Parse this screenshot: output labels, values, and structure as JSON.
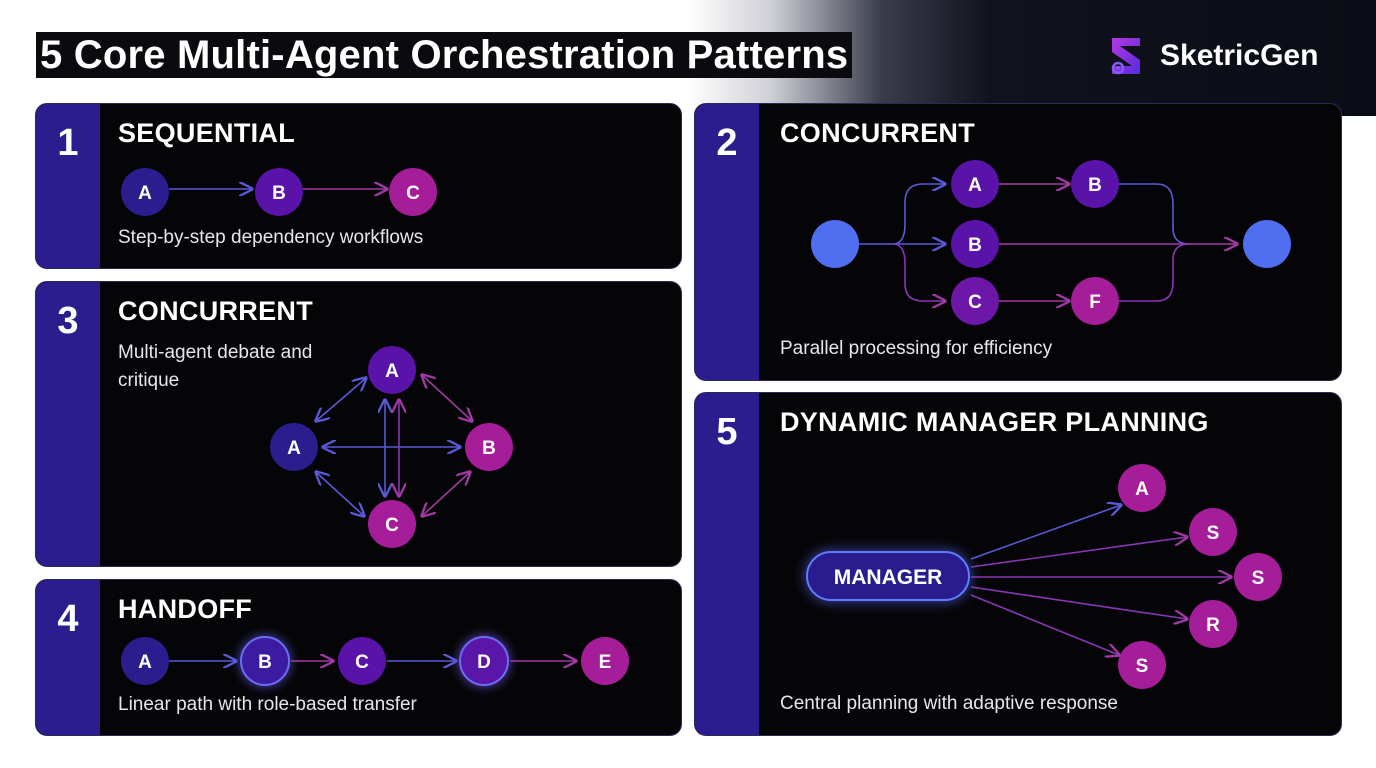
{
  "title": "5 Core Multi-Agent Orchestration Patterns",
  "brand": {
    "name": "SketricGen"
  },
  "colors": {
    "indigo": "#2b1d8d",
    "violet": "#5a13a8",
    "purple": "#7a1aa6",
    "magenta": "#a61d9a",
    "blue": "#4f6ff0"
  },
  "panels": [
    {
      "number": "1",
      "title": "SEQUENTIAL",
      "description": "Step-by-step dependency workflows",
      "nodes": [
        "A",
        "B",
        "C"
      ]
    },
    {
      "number": "2",
      "title": "CONCURRENT",
      "description": "Parallel processing for efficiency",
      "nodes": [
        "A",
        "B",
        "B",
        "C",
        "F"
      ]
    },
    {
      "number": "3",
      "title": "CONCURRENT",
      "description_lines": [
        "Multi-agent debate and",
        "critique"
      ],
      "nodes": [
        "A",
        "A",
        "B",
        "C"
      ]
    },
    {
      "number": "4",
      "title": "HANDOFF",
      "description": "Linear path with role-based transfer",
      "nodes": [
        "A",
        "B",
        "C",
        "D",
        "E"
      ]
    },
    {
      "number": "5",
      "title": "DYNAMIC MANAGER PLANNING",
      "description": "Central planning with adaptive response",
      "manager_label": "MANAGER",
      "nodes": [
        "A",
        "S",
        "S",
        "R",
        "S"
      ]
    }
  ]
}
